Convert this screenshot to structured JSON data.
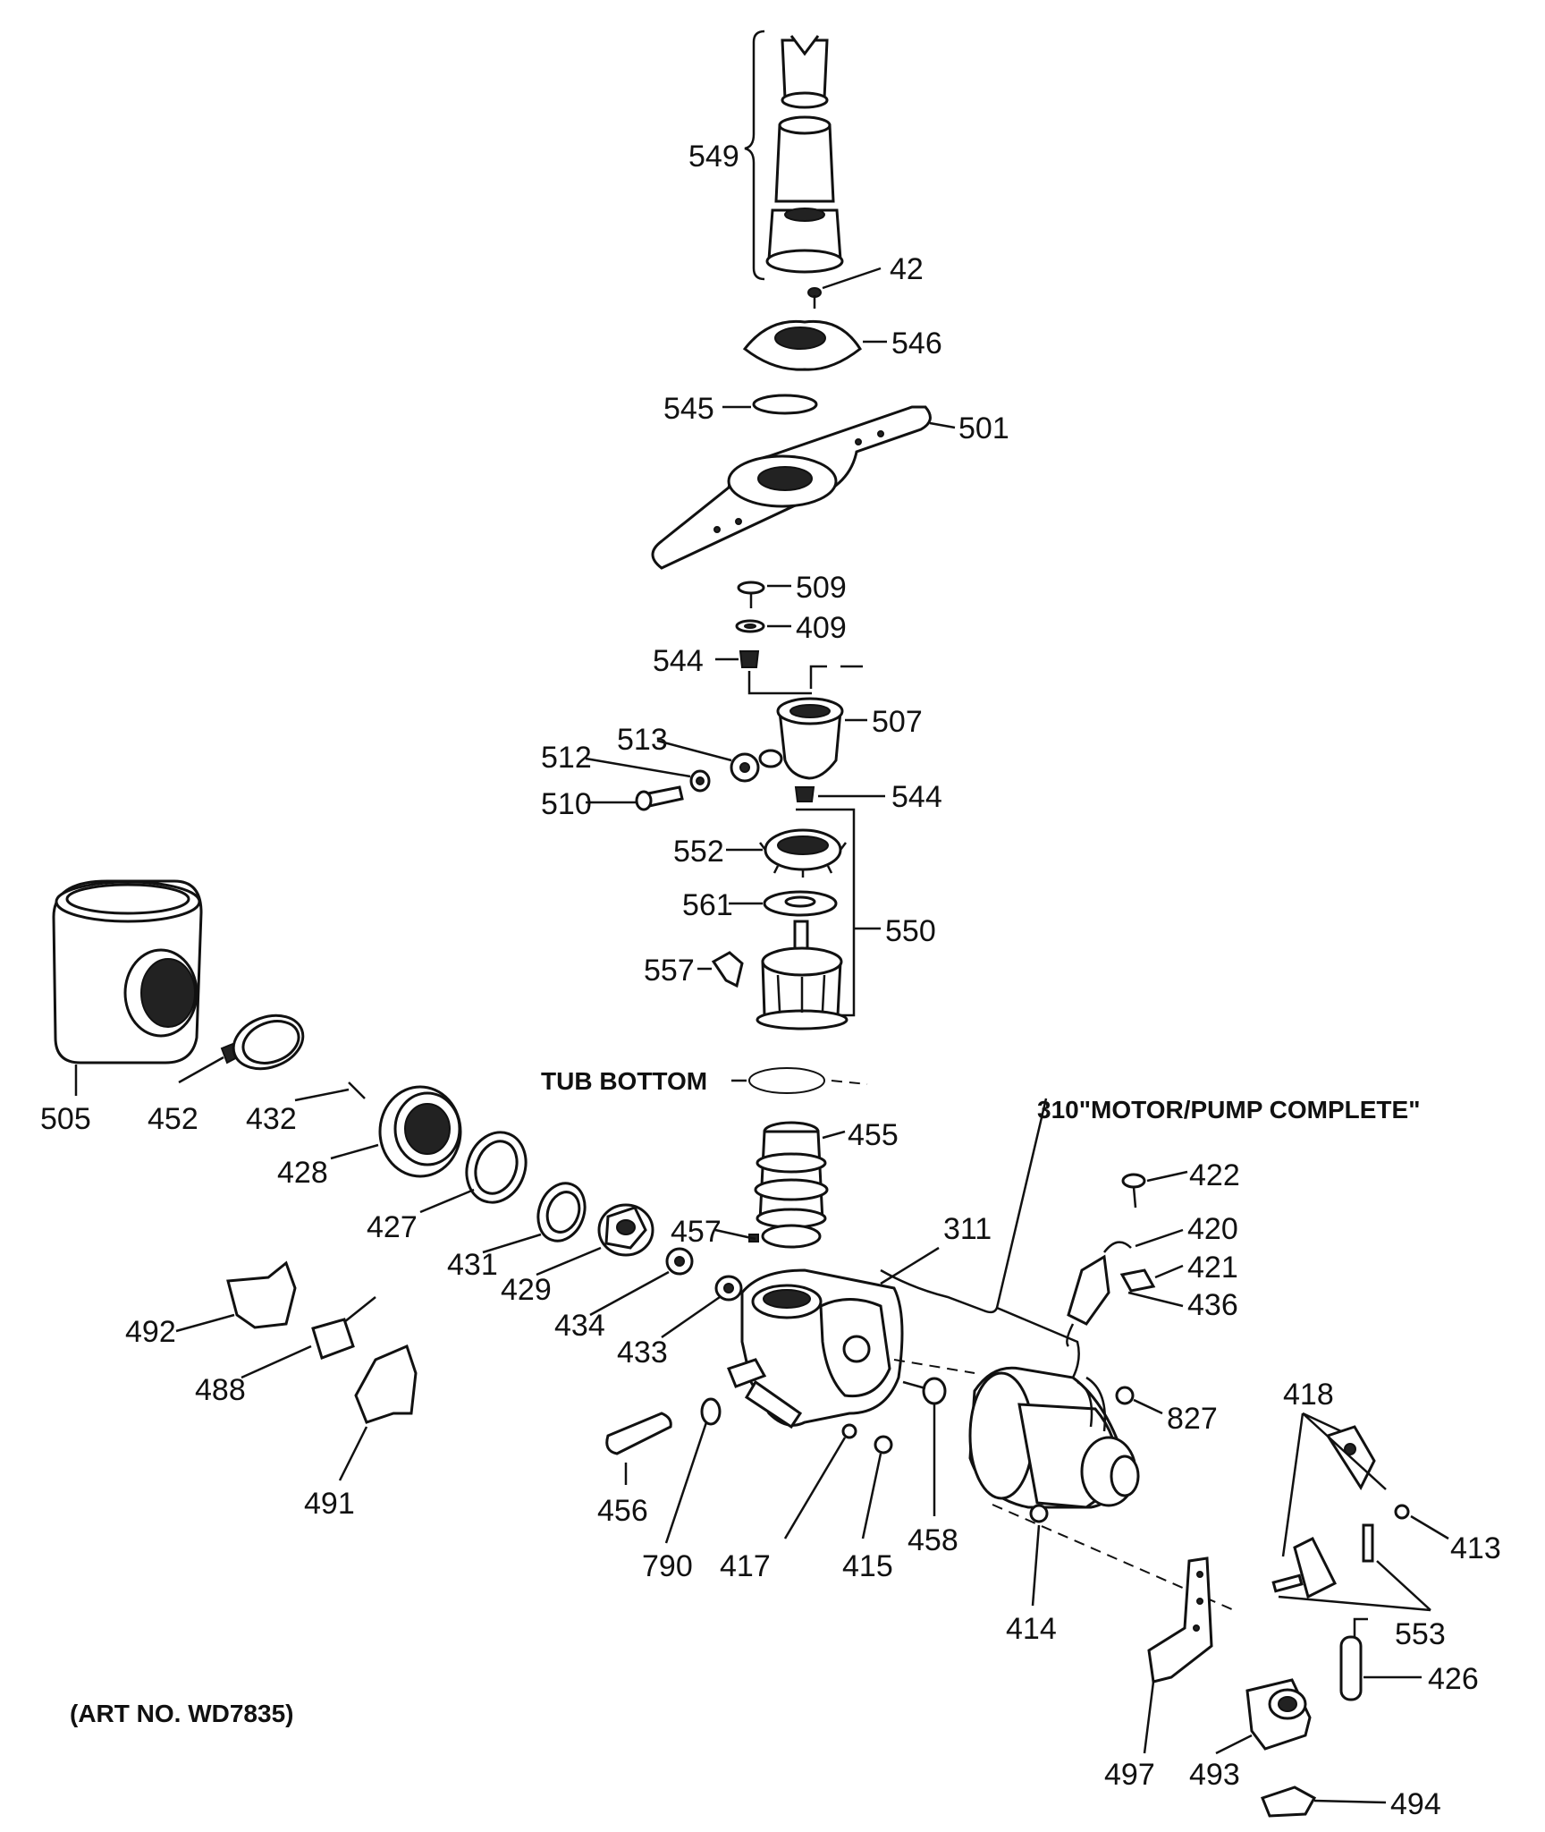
{
  "diagram": {
    "tub_bottom_label": "TUB BOTTOM",
    "motor_label": "310\"MOTOR/PUMP COMPLETE\"",
    "art_number": "(ART NO. WD7835)",
    "callouts": {
      "c549": "549",
      "c42": "42",
      "c546": "546",
      "c545": "545",
      "c501": "501",
      "c509": "509",
      "c409": "409",
      "c544a": "544",
      "c507": "507",
      "c513": "513",
      "c512": "512",
      "c510": "510",
      "c544b": "544",
      "c552": "552",
      "c561": "561",
      "c550": "550",
      "c557": "557",
      "c505": "505",
      "c452": "452",
      "c432": "432",
      "c428": "428",
      "c427": "427",
      "c431": "431",
      "c429": "429",
      "c434": "434",
      "c433": "433",
      "c455": "455",
      "c457": "457",
      "c311": "311",
      "c422": "422",
      "c420": "420",
      "c421": "421",
      "c436": "436",
      "c492": "492",
      "c488": "488",
      "c491": "491",
      "c456": "456",
      "c790": "790",
      "c417": "417",
      "c415": "415",
      "c458": "458",
      "c827": "827",
      "c414": "414",
      "c418": "418",
      "c413": "413",
      "c553": "553",
      "c426": "426",
      "c497": "497",
      "c493": "493",
      "c494": "494"
    }
  }
}
